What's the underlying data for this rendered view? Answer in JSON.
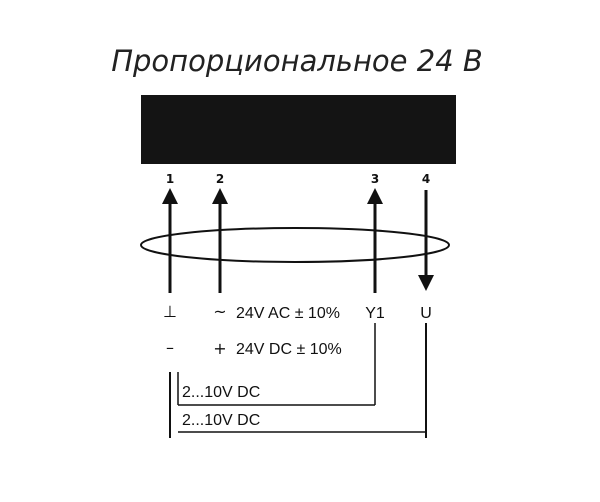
{
  "title": "Пропорциональное 24 В",
  "colors": {
    "ink": "#111111",
    "device": "#141414",
    "background": "#ffffff"
  },
  "terminals": [
    {
      "number": "1",
      "symbol": "⊥",
      "dc_symbol": "–",
      "direction": "up"
    },
    {
      "number": "2",
      "symbol": "~",
      "dc_symbol": "+",
      "direction": "up"
    },
    {
      "number": "3",
      "symbol": "Y1",
      "direction": "up"
    },
    {
      "number": "4",
      "symbol": "U",
      "direction": "down"
    }
  ],
  "supply": {
    "ac": "24V AC ± 10%",
    "dc": "24V DC ± 10%"
  },
  "signals": {
    "input": "2...10V DC",
    "output": "2...10V DC"
  }
}
